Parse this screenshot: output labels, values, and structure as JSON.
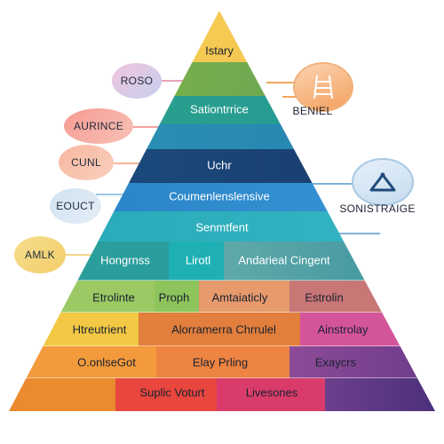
{
  "tiers": [
    {
      "name": "tier-1",
      "cells": [
        {
          "text": "Istary"
        }
      ]
    },
    {
      "name": "tier-2",
      "cells": [
        {
          "text": ""
        }
      ]
    },
    {
      "name": "tier-3",
      "cells": [
        {
          "text": "Sationtrrice"
        }
      ]
    },
    {
      "name": "tier-4",
      "cells": [
        {
          "text": ""
        }
      ]
    },
    {
      "name": "tier-5",
      "cells": [
        {
          "text": "Uchr"
        }
      ]
    },
    {
      "name": "tier-6",
      "cells": [
        {
          "text": "Coumenlenslensive"
        }
      ]
    },
    {
      "name": "tier-7",
      "cells": [
        {
          "text": "Senmtfent"
        }
      ]
    },
    {
      "name": "tier-8",
      "cells": [
        {
          "text": "Hongrnss"
        },
        {
          "text": "Lirotl"
        },
        {
          "text": "Andarieal Cingent"
        }
      ]
    },
    {
      "name": "tier-9",
      "cells": [
        {
          "text": "Etrolinte"
        },
        {
          "text": "Proph"
        },
        {
          "text": "Amtaiaticly"
        },
        {
          "text": "Estrolin"
        }
      ]
    },
    {
      "name": "tier-10",
      "cells": [
        {
          "text": "Htreutrient"
        },
        {
          "text": "Alorramerra Chrrulel"
        },
        {
          "text": "Ainstrolay"
        }
      ]
    },
    {
      "name": "tier-11",
      "cells": [
        {
          "text": "O.onlseGot"
        },
        {
          "text": "Elay Prling"
        },
        {
          "text": "Exaycrs"
        }
      ]
    },
    {
      "name": "tier-12",
      "cells": [
        {
          "text": ""
        },
        {
          "text": "Suplic Voturt"
        },
        {
          "text": "Livesones"
        },
        {
          "text": ""
        }
      ]
    }
  ],
  "bubbles": [
    {
      "name": "bubble-roso",
      "text": "ROSO"
    },
    {
      "name": "bubble-aurince",
      "text": "AURINCE"
    },
    {
      "name": "bubble-cunl",
      "text": "CUNL"
    },
    {
      "name": "bubble-eouct",
      "text": "EOUCT"
    },
    {
      "name": "bubble-amlk",
      "text": "AMLK"
    }
  ],
  "right_labels": [
    {
      "name": "label-beniel",
      "text": "BENIEL"
    },
    {
      "name": "label-sonistraige",
      "text": "SONISTRAIGE"
    }
  ],
  "icons": [
    "ladder-icon",
    "arch-icon"
  ]
}
